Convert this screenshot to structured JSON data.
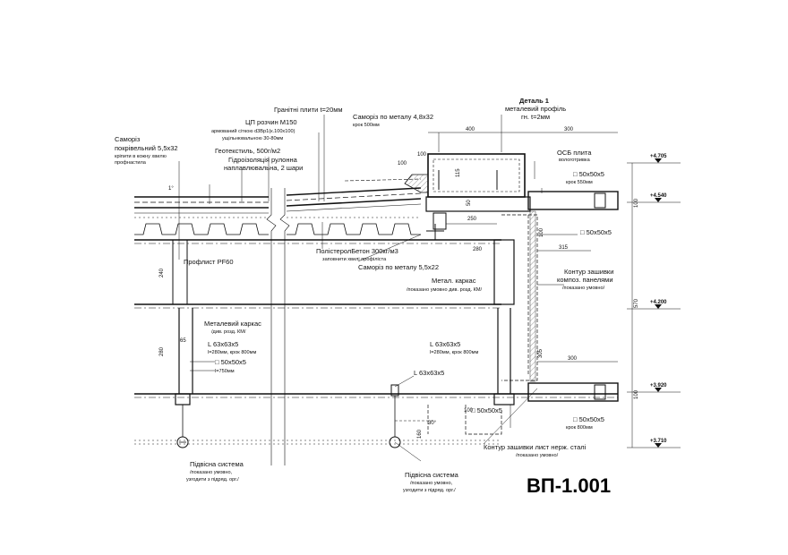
{
  "sheet": {
    "code": "ВП-1.001"
  },
  "labels": {
    "granite": "Гранітні плити t=20мм",
    "cp_title": "ЦП розчин М150",
    "cp_sub1": "армований сіткою d3Вр1(к.100х100)",
    "cp_sub2": "ущільнювальною 30-80мм",
    "geotextile": "Геотекстиль, 500г/м2",
    "hydro1": "Гідроізоляція рулонна",
    "hydro2": "наплавлювальна, 2 шари",
    "screw_roof_title": "Саморіз",
    "screw_roof_1": "покрівельний 5,5х32",
    "screw_roof_2": "кріпити в кожну хвилю",
    "screw_roof_3": "профнастила",
    "screw_metal_title": "Саморіз по металу 4,8х32",
    "screw_metal_sub": "крок 500мм",
    "detail_title": "Деталь 1",
    "detail_1": "металевий профіль",
    "detail_2": "гн. t=2мм",
    "osb_title": "ОСБ плита",
    "osb_sub": "вологотривка",
    "tube_550": "□ 50х50х5",
    "tube_550_sub": "крок 550мм",
    "tube_a": "□ 50х50х5",
    "polystyrene": "ПолістеролБетон 300кг/м3",
    "polystyrene_sub": "заповнити хвилі профіліста",
    "screw_522": "Саморіз по металу 5,5х22",
    "profnastil": "Профлист PF60",
    "metal_frame_right": "Метал. каркас",
    "metal_frame_right_sub": "/показано умовно див. розд. КМ/",
    "metal_frame_left": "Металевий каркас",
    "metal_frame_left_sub": "/див. розд. КМ/",
    "angle_left": "L 63х63х5",
    "angle_left_sub": "l=280мм, крок 800мм",
    "tube_750": "□ 50х50х5",
    "tube_750_sub": "l=750мм",
    "angle_mid": "L 63х63х5",
    "angle_mid_sub": "l=280мм, крок 800мм",
    "angle_mid2": "L 63х63х5",
    "panels_1": "Контур зашивки",
    "panels_2": "композ. панелями",
    "panels_3": "/показано умовно/",
    "tube_b": "□ 50х50х5",
    "tube_800": "□ 50х50х5",
    "tube_800_sub": "крок 800мм",
    "steel_contour": "Контур зашивки лист нерж. сталі",
    "steel_contour_sub": "/показано умовно/",
    "susp_left": "Підвісна система",
    "susp_left_1": "/показано умовно,",
    "susp_left_2": "узгодити з підряд. орг./",
    "susp_mid": "Підвісна система",
    "susp_mid_1": "/показано умовно,",
    "susp_mid_2": "узгодити з підряд. орг./"
  },
  "levels": [
    "+4.705",
    "+4.540",
    "+4.200",
    "+3.920",
    "+3.710"
  ],
  "dims": {
    "d400": "400",
    "d300a": "300",
    "d100a": "100",
    "d100b": "100",
    "d115": "115",
    "d50": "50",
    "d250": "250",
    "d100c": "100",
    "d280": "280",
    "d315": "315",
    "d240": "240",
    "d280v": "280",
    "d65": "65",
    "d305": "305",
    "d300b": "300",
    "d570": "570",
    "d100d": "100",
    "d100e": "100",
    "d160": "160",
    "d100f": "100",
    "d1": "1°",
    "d30": "30°"
  }
}
